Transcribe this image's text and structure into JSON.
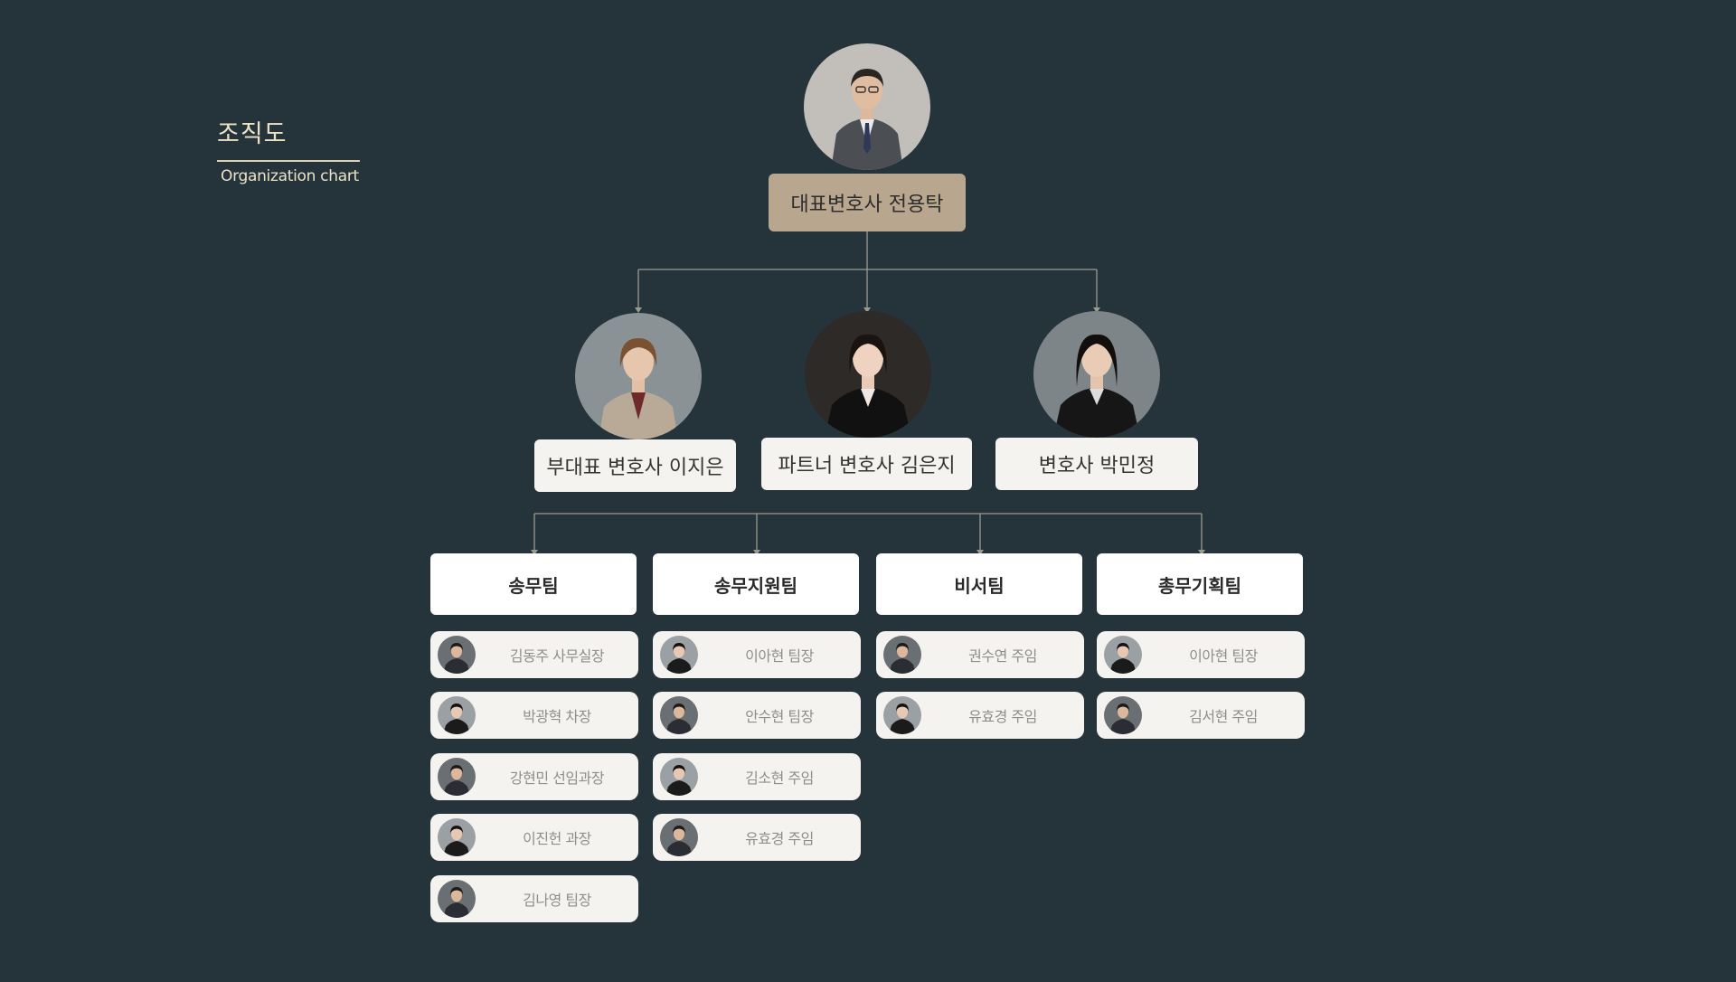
{
  "heading": {
    "title": "조직도",
    "subtitle": "Organization chart"
  },
  "ceo": {
    "label": "대표변호사 전용탁"
  },
  "leads": [
    {
      "label": "부대표 변호사 이지은"
    },
    {
      "label": "파트너 변호사 김은지"
    },
    {
      "label": "변호사 박민정"
    }
  ],
  "teams": [
    {
      "name": "송무팀",
      "members": [
        "김동주 사무실장",
        "박광혁 차장",
        "강현민 선임과장",
        "이진헌 과장",
        "김나영 팀장"
      ]
    },
    {
      "name": "송무지원팀",
      "members": [
        "이아현 팀장",
        "안수현 팀장",
        "김소현 주임",
        "유효경 주임"
      ]
    },
    {
      "name": "비서팀",
      "members": [
        "권수연 주임",
        "유효경 주임"
      ]
    },
    {
      "name": "총무기획팀",
      "members": [
        "이아현 팀장",
        "김서현 주임"
      ]
    }
  ],
  "colors": {
    "background": "#25343b",
    "accent": "#b8a78e",
    "card": "#f5f3ef",
    "heading": "#ece2c6",
    "connector": "#9a9a8e"
  }
}
